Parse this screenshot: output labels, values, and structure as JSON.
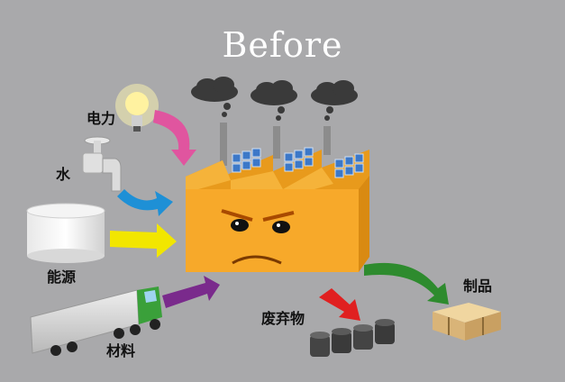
{
  "title": "Before",
  "inputs": {
    "electricity": "电力",
    "water": "水",
    "energy": "能源",
    "materials": "材料"
  },
  "outputs": {
    "waste": "废弃物",
    "products": "制品"
  },
  "colors": {
    "background": "#a9a9ab",
    "factory": "#f5a623",
    "arrow_electricity": "#e0559f",
    "arrow_water": "#1e90d6",
    "arrow_energy": "#f2e600",
    "arrow_materials": "#7a2a8c",
    "arrow_waste": "#e02020",
    "arrow_products": "#2e8b2e"
  }
}
